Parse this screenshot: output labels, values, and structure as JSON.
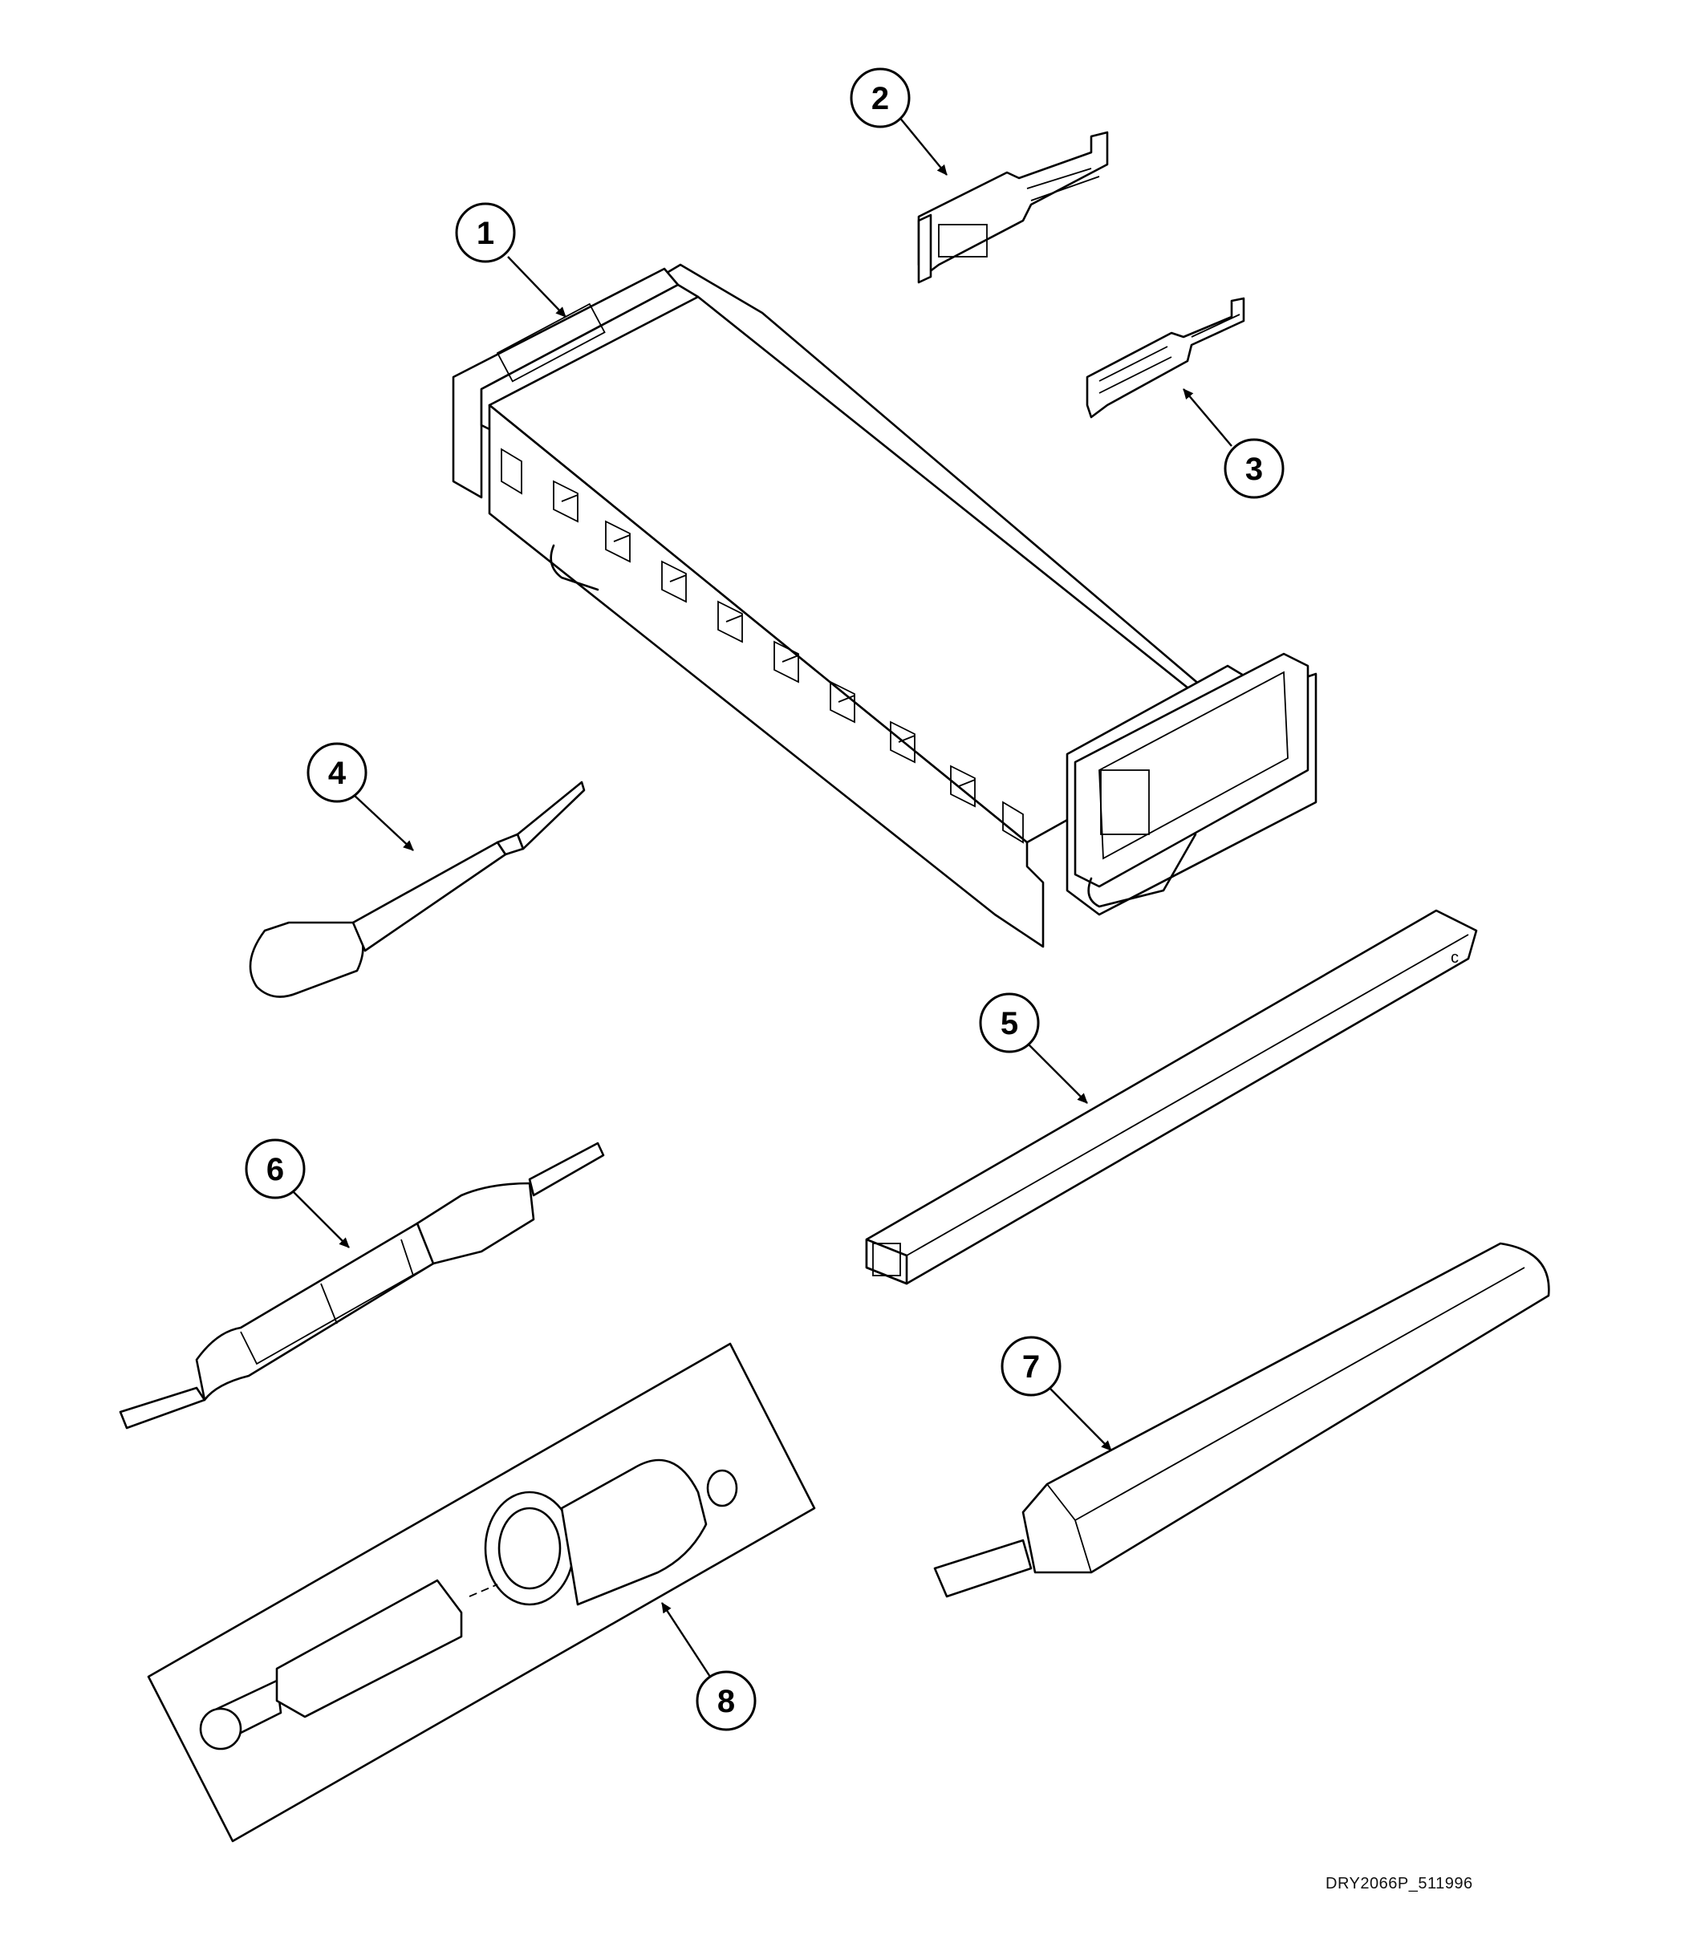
{
  "callouts": [
    {
      "id": "1",
      "label": "1"
    },
    {
      "id": "2",
      "label": "2"
    },
    {
      "id": "3",
      "label": "3"
    },
    {
      "id": "4",
      "label": "4"
    },
    {
      "id": "5",
      "label": "5"
    },
    {
      "id": "6",
      "label": "6"
    },
    {
      "id": "7",
      "label": "7"
    },
    {
      "id": "8",
      "label": "8"
    }
  ],
  "drawing_id": "DRY2066P_511996"
}
